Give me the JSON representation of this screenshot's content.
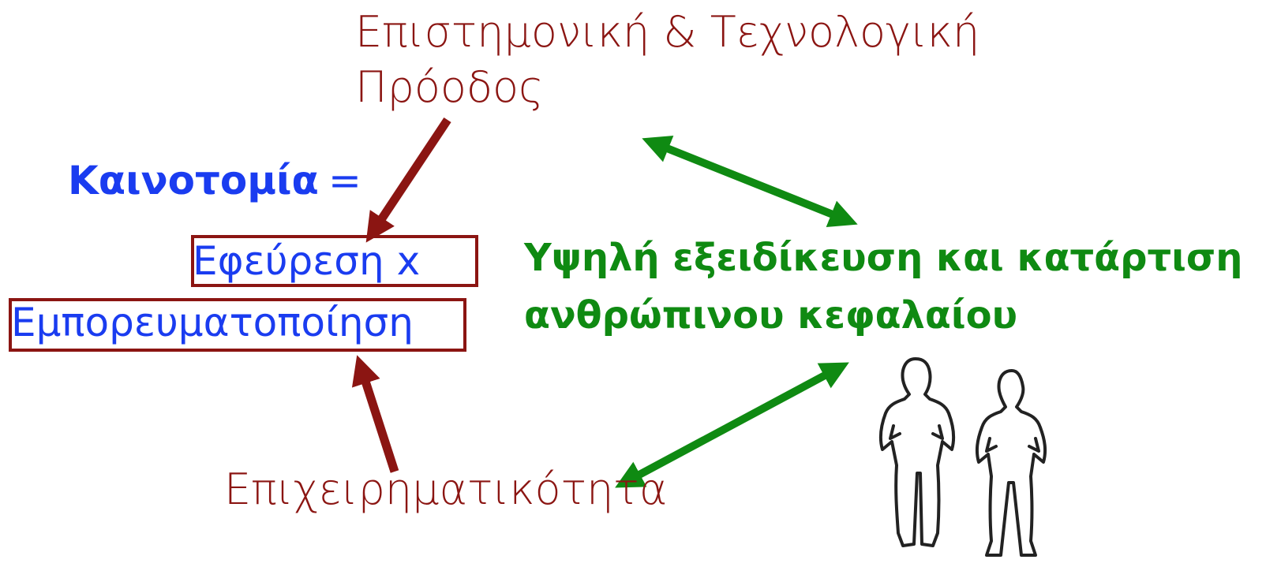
{
  "colors": {
    "dark_red": "#8b1512",
    "blue": "#1a3cf0",
    "green": "#0f8a12",
    "figure_outline": "#222222"
  },
  "labels": {
    "science_progress_line1": "Επιστημονική & Τεχνολογική",
    "science_progress_line2": "Πρόοδος",
    "innovation": "Καινοτομία",
    "equals": "=",
    "invention": "Εφεύρεση  x",
    "commercialization": "Εμπορευματοποίηση",
    "entrepreneurship": "Επιχειρηματικότητα",
    "human_capital_line1": "Υψηλή εξειδίκευση και κατάρτιση",
    "human_capital_line2": "ανθρώπινου κεφαλαίου"
  },
  "icons": {
    "people": "two-people-silhouette-icon"
  }
}
